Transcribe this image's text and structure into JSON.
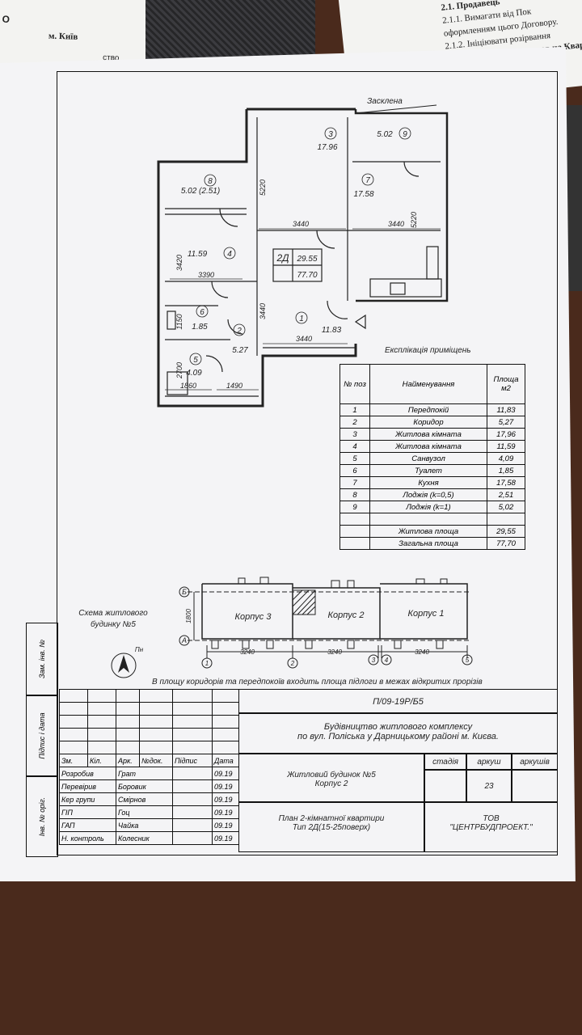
{
  "background": {
    "left_doc": {
      "line1": "О",
      "line2": "м. Київ",
      "line3": "ство"
    },
    "right_doc": {
      "lines": [
        "2.1. Продавець",
        "2.1.1. Вимагати від Пок",
        "оформленням цього Договору.",
        "2.1.2. Ініціювати розірвання",
        "прав на Квар"
      ]
    }
  },
  "plan": {
    "rooms": [
      {
        "no": "3",
        "area": "17.96"
      },
      {
        "no": "9",
        "area": "5.02"
      },
      {
        "no": "8",
        "area": "5.02 (2.51)"
      },
      {
        "no": "7",
        "area": "17.58"
      },
      {
        "no": "4",
        "area": "11.59"
      },
      {
        "no": "6",
        "area": "1.85"
      },
      {
        "no": "2",
        "area": "5.27"
      },
      {
        "no": "1",
        "area": "11.83"
      },
      {
        "no": "5",
        "area": "4.09"
      }
    ],
    "glazed_label": "Засклена",
    "apt_type": "2Д",
    "living_area": "29.55",
    "total_area": "77.70",
    "dims": {
      "d5220a": "5220",
      "d5220b": "5220",
      "d3440a": "3440",
      "d3440b": "3440",
      "d3440c": "3440",
      "d3440d": "3440",
      "d3420": "3420",
      "d3390": "3390",
      "d1150": "1150",
      "d2700": "2700",
      "d1860": "1860",
      "d1490": "1490"
    }
  },
  "legend": {
    "title": "Експлікація приміщень",
    "headers": {
      "no": "№ поз",
      "name": "Найменування",
      "area": "Площа м2"
    },
    "rows": [
      {
        "no": "1",
        "name": "Передпокій",
        "area": "11,83"
      },
      {
        "no": "2",
        "name": "Коридор",
        "area": "5,27"
      },
      {
        "no": "3",
        "name": "Житлова кімната",
        "area": "17,96"
      },
      {
        "no": "4",
        "name": "Житлова кімната",
        "area": "11,59"
      },
      {
        "no": "5",
        "name": "Санвузол",
        "area": "4,09"
      },
      {
        "no": "6",
        "name": "Туалет",
        "area": "1,85"
      },
      {
        "no": "7",
        "name": "Кухня",
        "area": "17,58"
      },
      {
        "no": "8",
        "name": "Лоджія (k=0,5)",
        "area": "2,51"
      },
      {
        "no": "9",
        "name": "Лоджія (k=1)",
        "area": "5,02"
      }
    ],
    "summary": [
      {
        "name": "Житлова площа",
        "area": "29,55"
      },
      {
        "name": "Загальна площа",
        "area": "77,70"
      }
    ]
  },
  "scheme": {
    "title": "Схема житлового будинку №5",
    "axis_b": "Б",
    "axis_a": "А",
    "height_dim": "1800",
    "blocks": [
      "Корпус 3",
      "Корпус 2",
      "Корпус 1"
    ],
    "spans": [
      "3240",
      "3240",
      "3240"
    ],
    "axes": [
      "1",
      "2",
      "3",
      "4",
      "5"
    ],
    "north": "Пн"
  },
  "note": "В площу коридорів та передпокоїв входить площа підлоги в межах відкритих прорізів",
  "side_stamp": [
    "Зам. інв. №",
    "Підпис і дата",
    "Інв. № оріг."
  ],
  "title_block": {
    "code": "П/09-19Р/Б5",
    "project": [
      "Будівництво житлового комплексу",
      "по вул. Поліська у Дарницькому районі м. Києва."
    ],
    "building": [
      "Житловий будинок №5",
      "Корпус 2"
    ],
    "sheet_title": [
      "План 2-кімнатної квартири",
      "Тип 2Д(15-25поверх)"
    ],
    "company": [
      "ТОВ",
      "\"ЦЕНТРБУДПРОЕКТ.\""
    ],
    "headers": {
      "stage": "стадія",
      "sheet": "аркуш",
      "sheets": "аркушів"
    },
    "sheet_no": "23",
    "sign_headers": [
      "Зм.",
      "Кіл.",
      "Арк.",
      "№док.",
      "Підпис",
      "Дата"
    ],
    "signatures": [
      {
        "role": "Розробив",
        "name": "Грат",
        "date": "09.19"
      },
      {
        "role": "Перевірив",
        "name": "Боровик",
        "date": "09.19"
      },
      {
        "role": "Кер групи",
        "name": "Смірнов",
        "date": "09.19"
      },
      {
        "role": "ГІП",
        "name": "Гоц",
        "date": "09.19"
      },
      {
        "role": "ГАП",
        "name": "Чайка",
        "date": "09.19"
      },
      {
        "role": "Н. контроль",
        "name": "Колесник",
        "date": "09.19"
      }
    ]
  }
}
